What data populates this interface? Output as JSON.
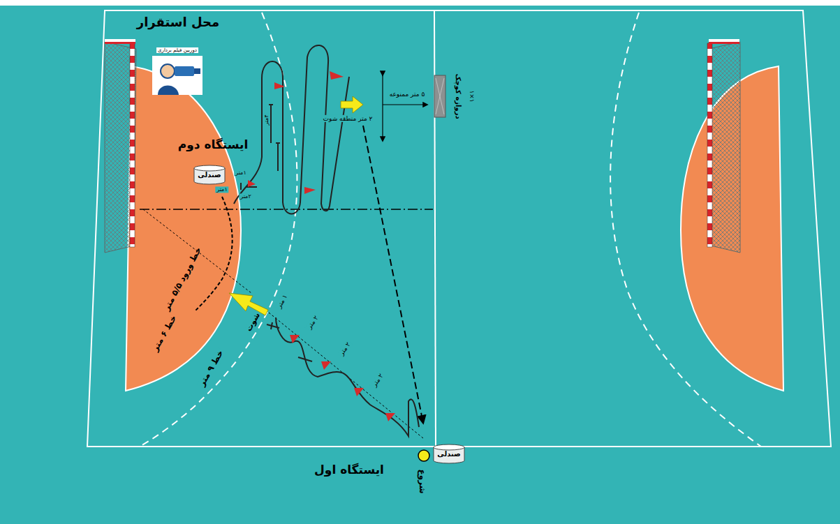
{
  "diagram": {
    "nodes": [
      {
        "text": [
          "صندلی"
        ]
      },
      {
        "text": [
          "صندلی"
        ]
      }
    ],
    "labels": [
      "محل استقرار",
      "دوربین فیلم برداری",
      "ایستگاه دوم",
      "۱متر",
      "۱متر",
      "۲متر",
      "۴متر",
      "۲ متر منطقه شوت",
      "۵ متر ممنوعه",
      "دروازه کوچک",
      "۱×۱",
      "خط ورود ۵/۵ متر",
      "خط ۶ متر",
      "خط ۹ متر",
      "شوت",
      "۱ متر",
      "۲ متر",
      "۲ متر",
      "۲ متر",
      "ایستگاه اول",
      "شروع"
    ]
  }
}
